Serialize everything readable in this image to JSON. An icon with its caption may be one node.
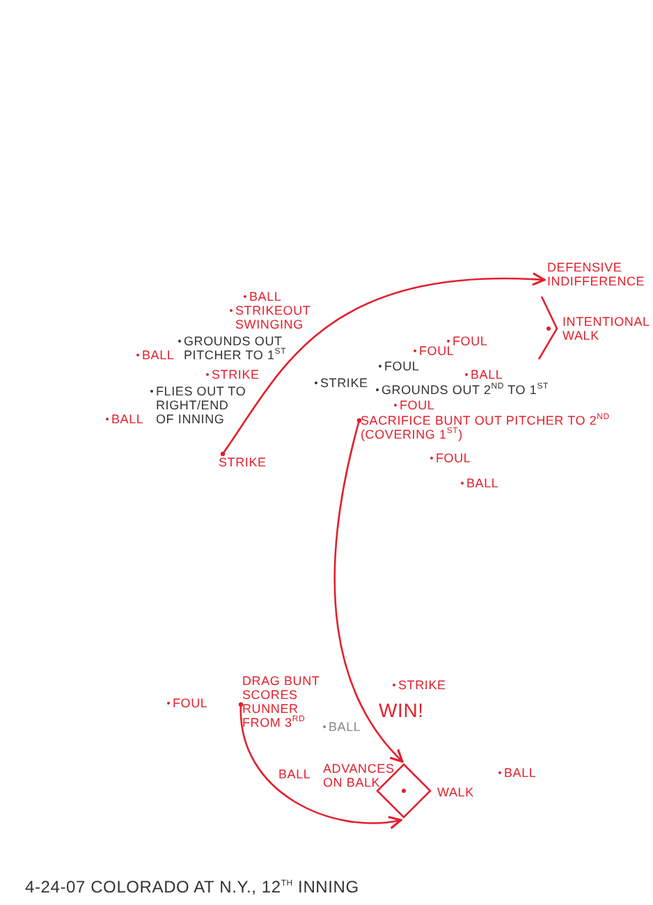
{
  "diagram": {
    "caption": "4-24-07 COLORADO AT N.Y., 12$^{TH}$ INNING",
    "nodes": [
      {
        "text": [
          "STRIKE"
        ]
      },
      {
        "text": [
          "DEFENSIVE INDIFFERENCE"
        ]
      },
      {
        "text": [
          "SACRIFICE BUNT OUT PITCHER TO 2$^{ND}$ (COVERING 1$^{ST}$)"
        ]
      },
      {
        "text": [
          "DRAG BUNT SCORES RUNNER FROM 3$^{RD}$"
        ]
      },
      {
        "text": [],
        "shape": "diamond"
      }
    ],
    "edges": [
      {
        "from": 0,
        "to": 1,
        "arrow": "to"
      },
      {
        "from": 2,
        "to": 4,
        "arrow": "to"
      },
      {
        "from": 3,
        "to": 4,
        "arrow": "to"
      }
    ],
    "labels": [
      "BALL",
      "STRIKEOUT SWINGING",
      "GROUNDS OUT PITCHER TO 1$^{ST}$",
      "BALL",
      "STRIKE",
      "FLIES OUT TO RIGHT/END OF INNING",
      "STRIKE",
      "FOUL",
      "FOUL",
      "FOUL",
      "BALL",
      "GROUNDS OUT 2$^{ND}$ TO 1$^{ST}$",
      "BALL",
      "FOUL",
      "FOUL",
      "BALL",
      "INTENTIONAL WALK",
      "STRIKE",
      "FOUL",
      "WIN!",
      "BALL",
      "BALL",
      "ADVANCES ON BALK",
      "WALK",
      "BALL"
    ]
  }
}
